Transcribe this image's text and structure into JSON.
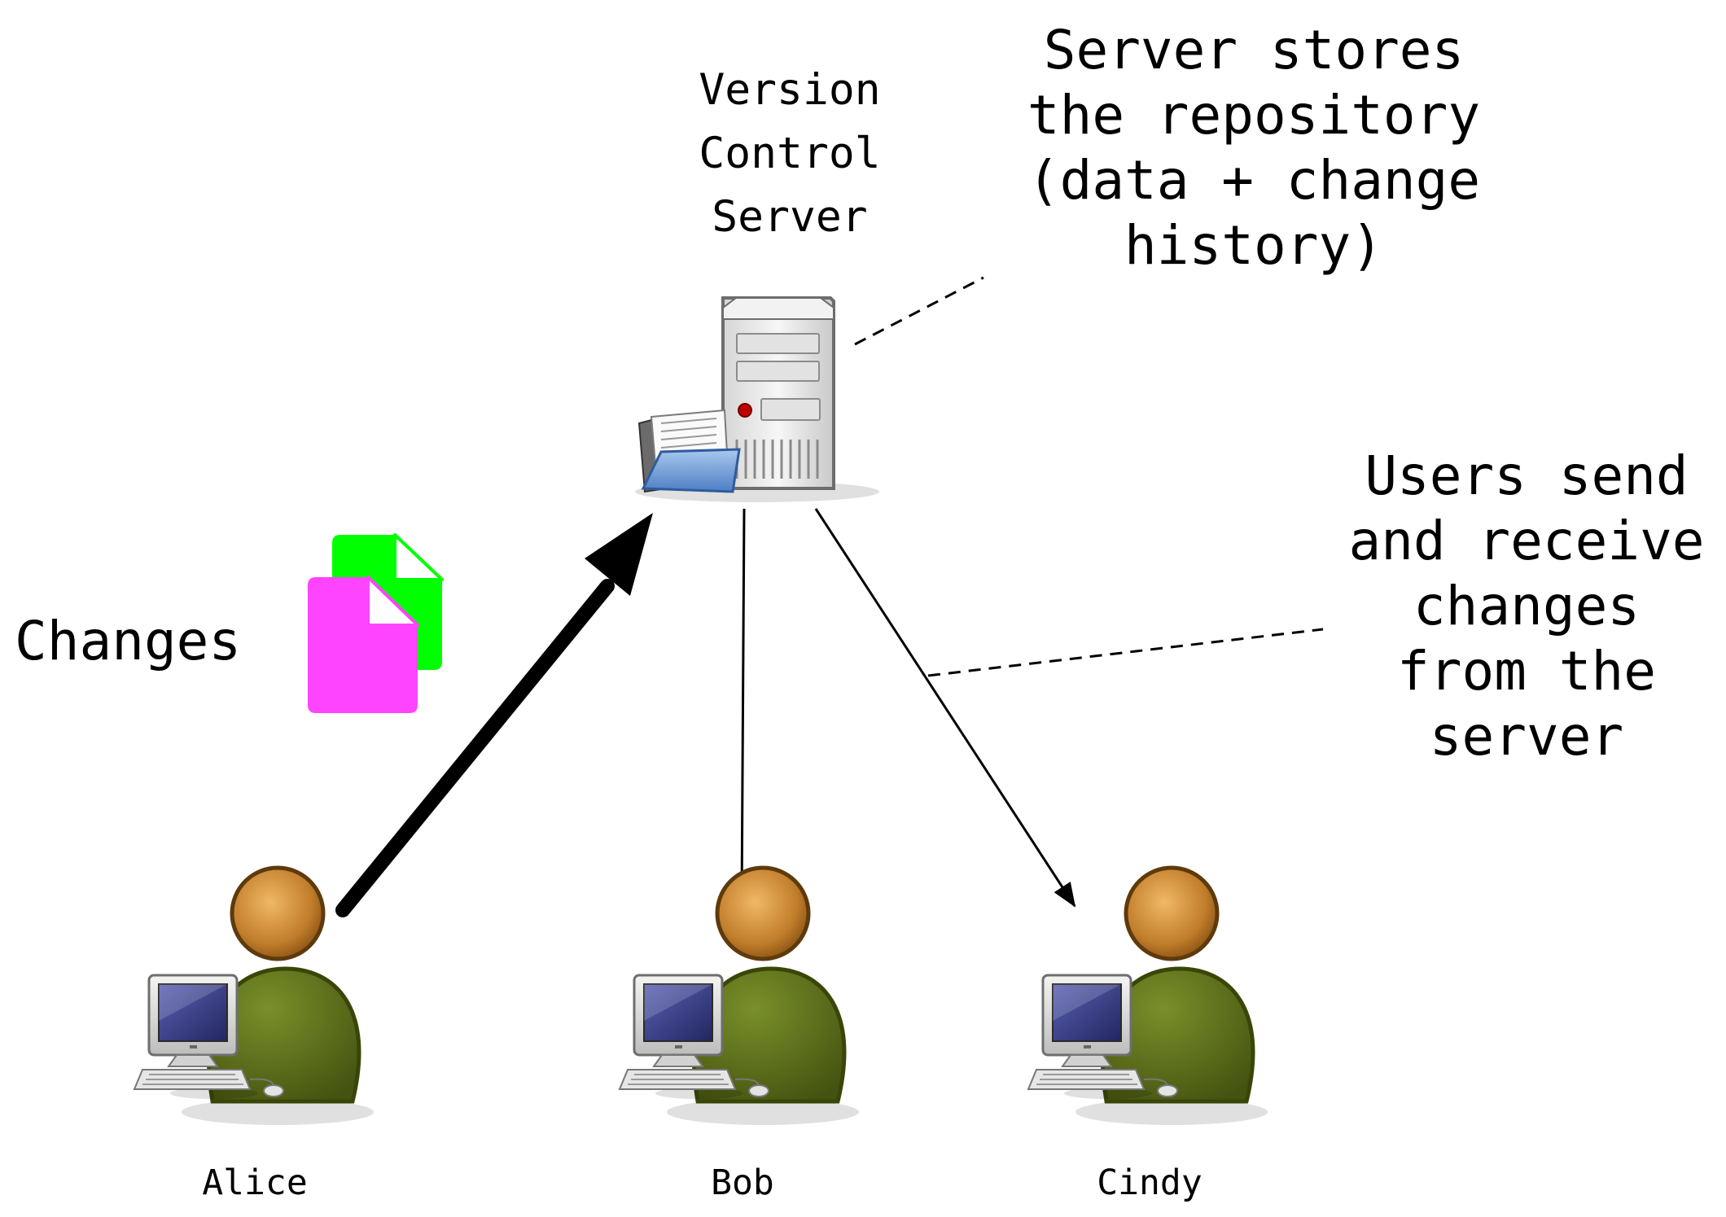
{
  "server": {
    "caption_lines": [
      "Version",
      "Control",
      "Server"
    ],
    "icon": "server-with-open-folder-icon"
  },
  "notes": {
    "server_lines": [
      "Server stores",
      "the repository",
      "(data + change",
      "history)"
    ],
    "users_lines": [
      "Users send",
      "and receive",
      "changes",
      "from the",
      "server"
    ]
  },
  "changes": {
    "label": "Changes",
    "icon": "document-pair-icon",
    "colors": {
      "back_document": "#00ff00",
      "front_document": "#ff44ff"
    }
  },
  "users": [
    {
      "name": "Alice",
      "icon": "user-at-computer-icon"
    },
    {
      "name": "Bob",
      "icon": "user-at-computer-icon"
    },
    {
      "name": "Cindy",
      "icon": "user-at-computer-icon"
    }
  ],
  "flows": [
    {
      "from": "Alice",
      "to": "Server",
      "style": "thick"
    },
    {
      "from": "Server",
      "to": "Bob",
      "style": "thin"
    },
    {
      "from": "Server",
      "to": "Cindy",
      "style": "thin"
    }
  ]
}
